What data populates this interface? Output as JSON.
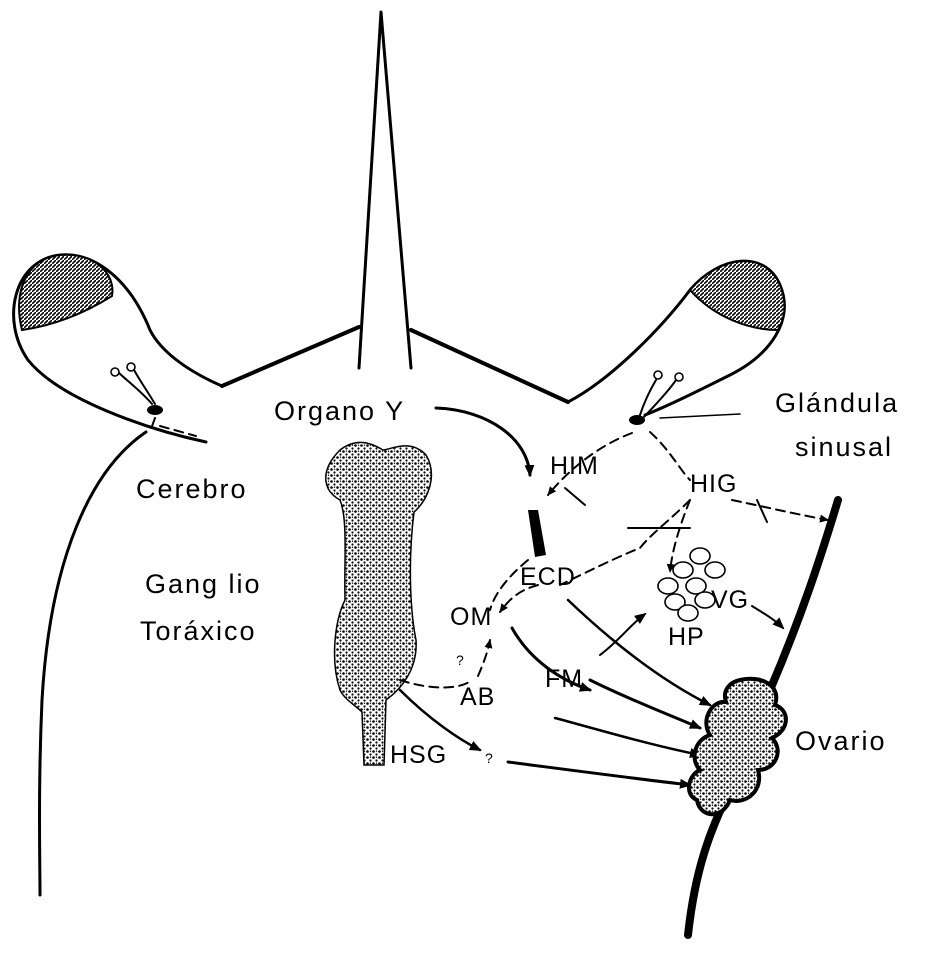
{
  "labels": {
    "organo_y": "Organo Y",
    "cerebro": "Cerebro",
    "ganglio_line1": "Gang lio",
    "ganglio_line2": "Toráxico",
    "glandula_line1": "Glándula",
    "glandula_line2": "sinusal",
    "him": "HIM",
    "hig": "HIG",
    "ecd": "ECD",
    "om": "OM",
    "ab": "AB",
    "fm": "FM",
    "hsg": "HSG",
    "vg": "VG",
    "hp": "HP",
    "ovario": "Ovario",
    "question_ab": "?",
    "question_hsg": "?"
  }
}
